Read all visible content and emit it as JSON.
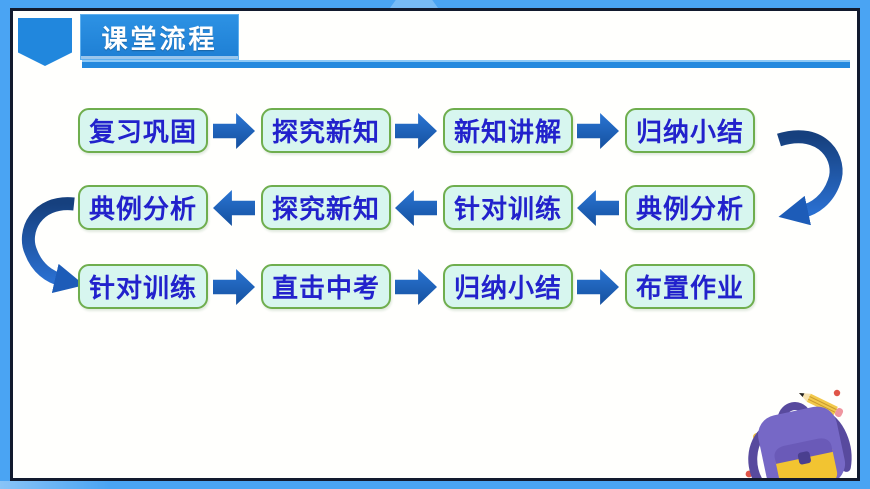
{
  "slide": {
    "header": {
      "title": "课堂流程"
    },
    "flow": {
      "rows": [
        {
          "direction": "right",
          "boxes": [
            "复习巩固",
            "探究新知",
            "新知讲解",
            "归纳小结"
          ]
        },
        {
          "direction": "left",
          "boxes": [
            "典例分析",
            "探究新知",
            "针对训练",
            "典例分析"
          ]
        },
        {
          "direction": "right",
          "boxes": [
            "针对训练",
            "直击中考",
            "归纳小结",
            "布置作业"
          ]
        }
      ],
      "connectors": [
        {
          "name": "right-down-curve",
          "from": "归纳小结 (row 1)",
          "to": "典例分析 (row 2)"
        },
        {
          "name": "left-down-curve",
          "from": "典例分析 (row 2)",
          "to": "针对训练 (row 3)"
        }
      ]
    },
    "decorations": {
      "items": [
        "pencil-illustration",
        "backpack-illustration",
        "confetti-dots"
      ]
    },
    "colors": {
      "frame_blue": "#4aa4f3",
      "frame_line": "#121a2e",
      "header_blue": "#2187dd",
      "box_fill": "#d7f6ef",
      "box_border": "#6fae4e",
      "box_text": "#2222cc",
      "arrow_blue": "#1b5fc0",
      "backpack_purple": "#7668c6",
      "pocket_yellow": "#f2c431"
    }
  }
}
